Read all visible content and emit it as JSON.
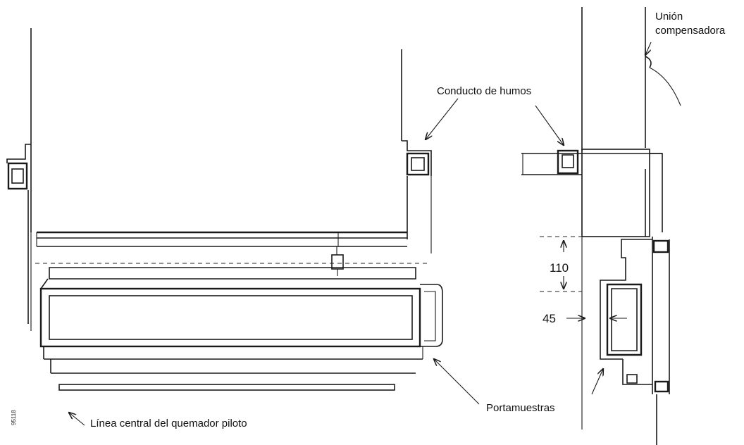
{
  "labels": {
    "union": "Unión",
    "compensadora": "compensadora",
    "conducto": "Conducto de humos",
    "portamuestras": "Portamuestras",
    "linea_central": "Línea central del quemador piloto",
    "dim_110": "110",
    "dim_45": "45",
    "figure_code": "95118"
  }
}
